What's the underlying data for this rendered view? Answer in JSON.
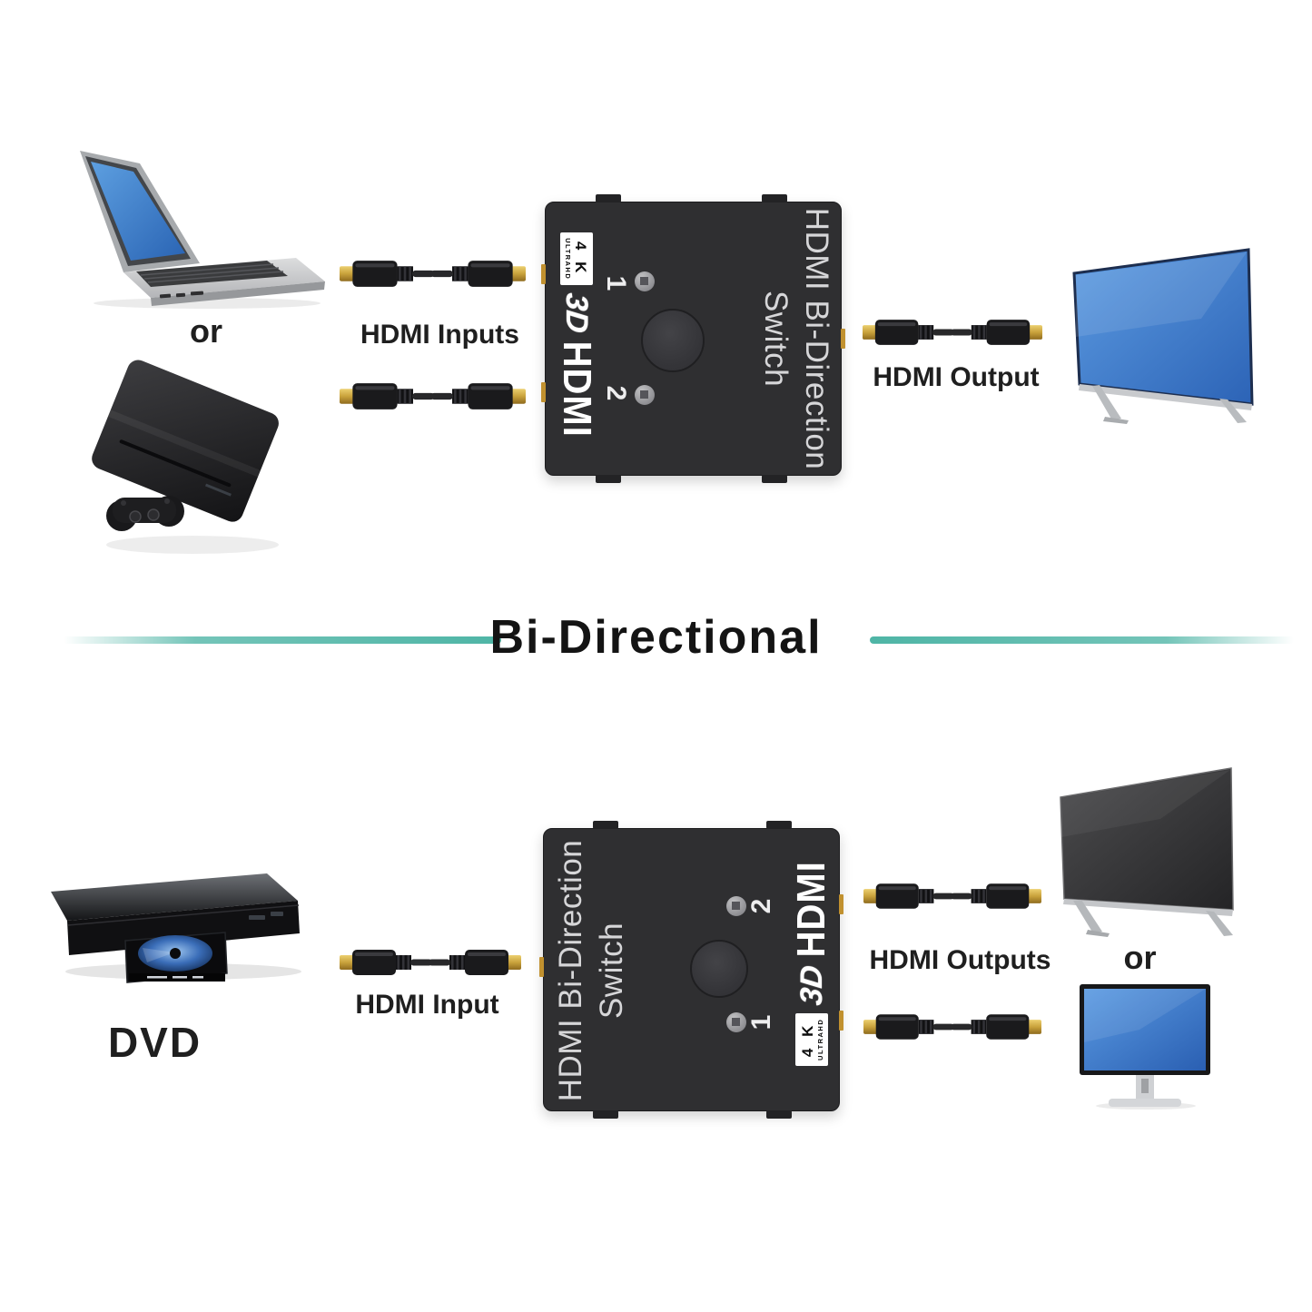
{
  "heading": {
    "title": "Bi-Directional"
  },
  "switch": {
    "name_line1": "HDMI Bi-Direction",
    "name_line2": "Switch",
    "port_1": "1",
    "port_2": "2",
    "logo_4k": "4 K",
    "logo_4k_sub": "ULTRAHD",
    "logo_3d": "3D",
    "logo_hdmi": "HDMI"
  },
  "top": {
    "or_label": "or",
    "inputs_label": "HDMI Inputs",
    "output_label": "HDMI Output",
    "source_devices": [
      "laptop",
      "game-console"
    ],
    "display_devices": [
      "tv"
    ]
  },
  "bottom": {
    "dvd_label": "DVD",
    "input_label": "HDMI Input",
    "outputs_label": "HDMI Outputs",
    "or_label": "or",
    "source_devices": [
      "dvd-player"
    ],
    "display_devices": [
      "tv",
      "desktop-monitor"
    ]
  },
  "colors": {
    "accent_teal": "#45b1a1",
    "device_body": "#2f2f31",
    "screen_blue": "#3e7fd0",
    "connector_gold": "#c9a23c",
    "label_text": "#1f1f1f"
  }
}
